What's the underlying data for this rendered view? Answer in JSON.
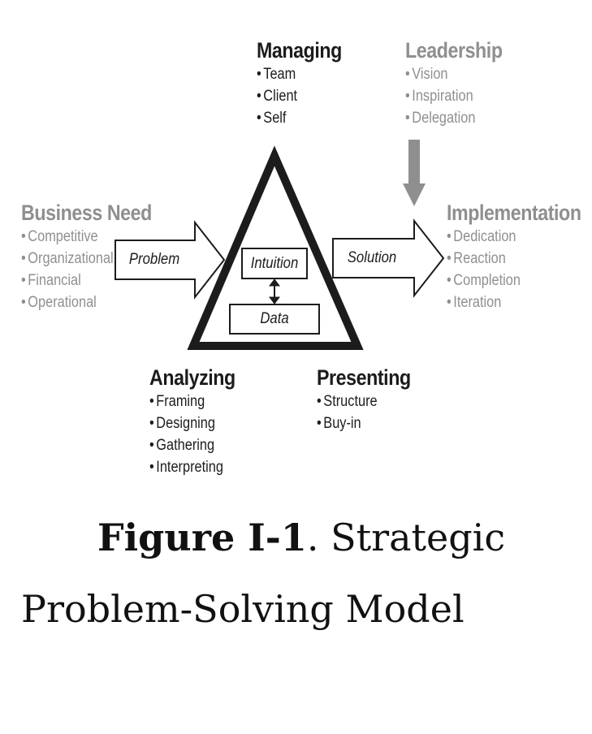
{
  "diagram": {
    "managing": {
      "title": "Managing",
      "items": [
        "Team",
        "Client",
        "Self"
      ]
    },
    "leadership": {
      "title": "Leadership",
      "items": [
        "Vision",
        "Inspiration",
        "Delegation"
      ]
    },
    "business_need": {
      "title": "Business Need",
      "items": [
        "Competitive",
        "Organizational",
        "Financial",
        "Operational"
      ]
    },
    "implementation": {
      "title": "Implementation",
      "items": [
        "Dedication",
        "Reaction",
        "Completion",
        "Iteration"
      ]
    },
    "analyzing": {
      "title": "Analyzing",
      "items": [
        "Framing",
        "Designing",
        "Gathering",
        "Interpreting"
      ]
    },
    "presenting": {
      "title": "Presenting",
      "items": [
        "Structure",
        "Buy-in"
      ]
    },
    "arrows": {
      "problem": "Problem",
      "solution": "Solution"
    },
    "boxes": {
      "intuition": "Intuition",
      "data": "Data"
    },
    "colors": {
      "dark": "#1c1c1c",
      "light": "#8f8f8f"
    }
  },
  "caption": {
    "label": "Figure I-1",
    "text": ". Strategic Problem-Solving Model"
  }
}
